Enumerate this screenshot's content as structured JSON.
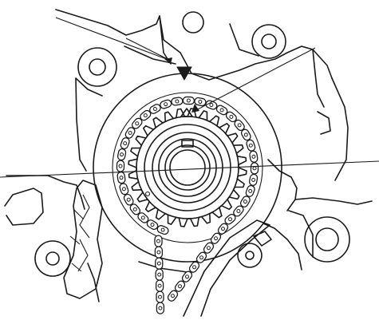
{
  "diagram": {
    "kind": "timing-chain-illustration",
    "line_color": "#1a1a1a",
    "background": "#ffffff",
    "components": [
      "engine-block-outline",
      "crankshaft-sprocket",
      "crank-keyway-mark",
      "timing-chain",
      "chain-guide",
      "chain-tensioner",
      "pointer-mark",
      "mounting-bosses"
    ],
    "callout_count": 2
  }
}
